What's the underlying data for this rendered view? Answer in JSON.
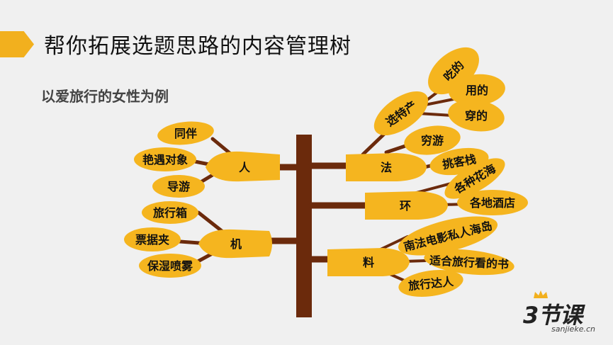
{
  "header": {
    "title": "帮你拓展选题思路的内容管理树",
    "subtitle": "以爱旅行的女性为例"
  },
  "tree": {
    "branches": {
      "ren": "人",
      "ji": "机",
      "fa": "法",
      "huan": "环",
      "liao": "料"
    },
    "leaves": {
      "tongban": "同伴",
      "yanyu": "艳遇对象",
      "daoyou": "导游",
      "lvxingxiang": "旅行箱",
      "piaojujia": "票据夹",
      "baoshi": "保湿喷雾",
      "xuantechan": "选特产",
      "chide": "吃的",
      "yongde": "用的",
      "chuande": "穿的",
      "qiongyou": "穷游",
      "tiaokezhan": "挑客栈",
      "gezhonghuahai": "各种花海",
      "gedijiudian": "各地酒店",
      "siren_haidao": "南法电影私人海岛",
      "shihe_shu": "适合旅行看的书",
      "lvxing_daren": "旅行达人"
    }
  },
  "logo": {
    "main": "3节课",
    "sub": "sanjieke.cn"
  },
  "colors": {
    "leaf": "#f5b51f",
    "trunk": "#6b2a0c",
    "accent": "#f2b01e"
  }
}
